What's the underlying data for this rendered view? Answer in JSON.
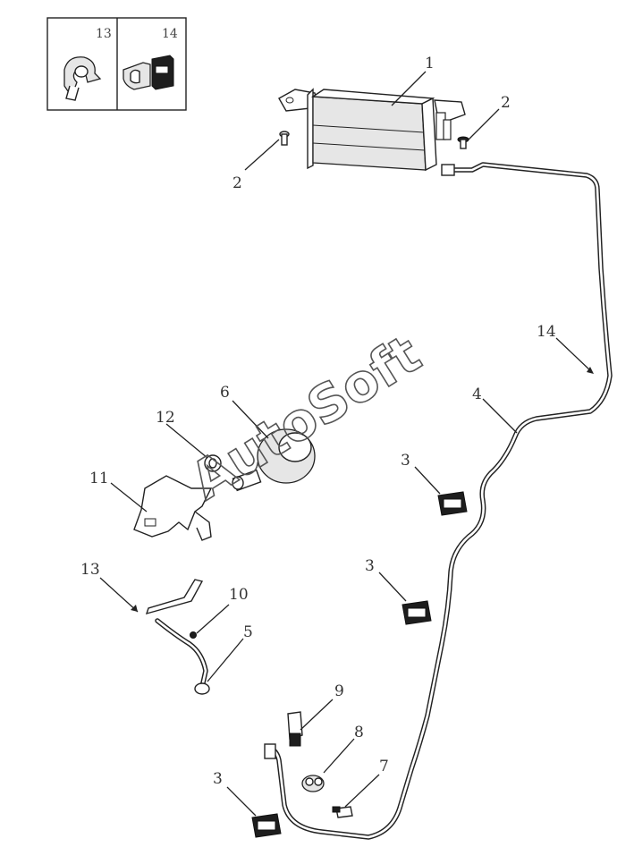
{
  "inset": {
    "left_label": "13",
    "right_label": "14"
  },
  "callouts": {
    "c1": "1",
    "c2a": "2",
    "c2b": "2",
    "c3a": "3",
    "c3b": "3",
    "c3c": "3",
    "c4": "4",
    "c5": "5",
    "c6": "6",
    "c7": "7",
    "c8": "8",
    "c9": "9",
    "c10": "10",
    "c11": "11",
    "c12": "12",
    "c13": "13",
    "c14": "14"
  },
  "watermark": "AutoSoft"
}
